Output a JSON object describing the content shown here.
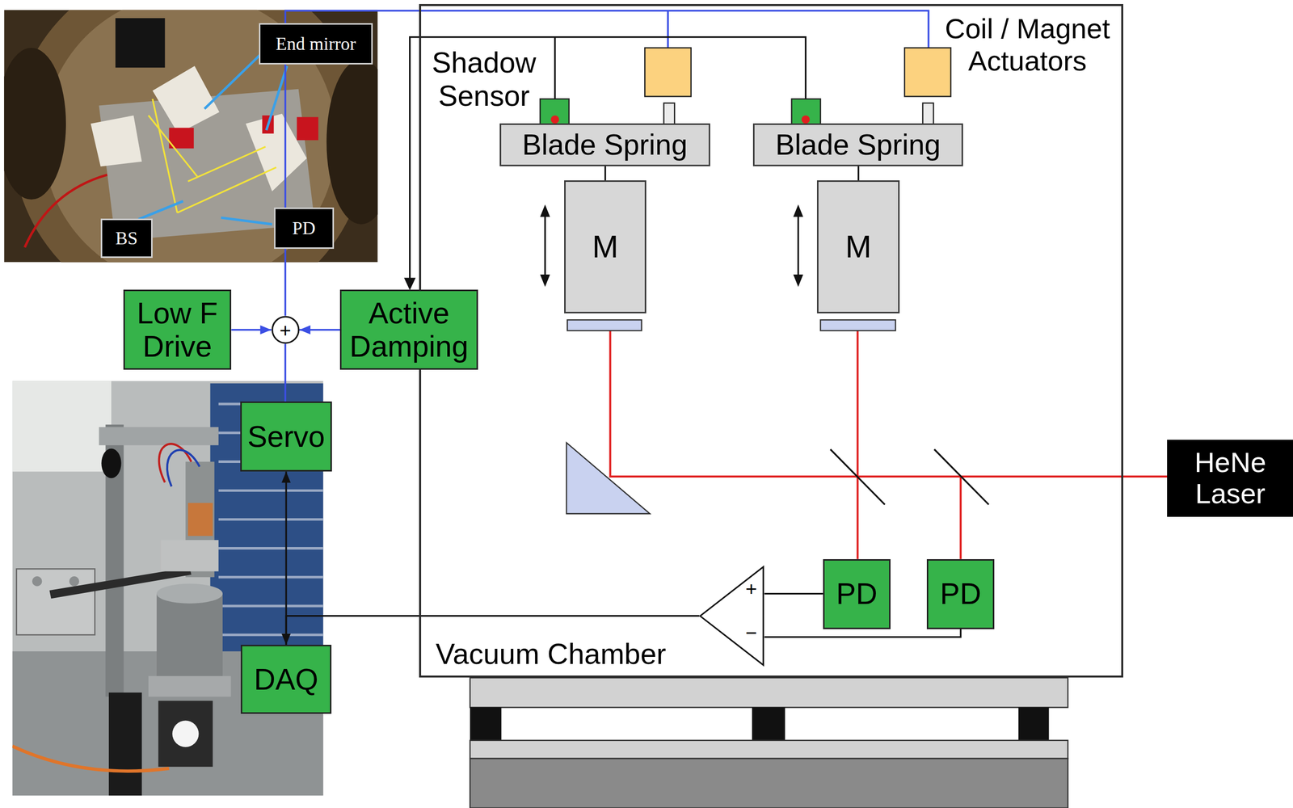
{
  "diagram": {
    "nodes": [
      {
        "text": [
          "End mirror"
        ]
      },
      {
        "text": [
          "BS"
        ]
      },
      {
        "text": [
          "PD"
        ]
      },
      {
        "text": [
          "Vacuum Chamber"
        ]
      },
      {
        "text": [
          "Blade Spring"
        ],
        "in": 3
      },
      {
        "text": [
          "Blade Spring"
        ],
        "in": 3
      },
      {
        "text": [
          "M"
        ],
        "in": 3
      },
      {
        "text": [
          "M"
        ],
        "in": 3
      },
      {
        "text": [
          "PD"
        ],
        "in": 3
      },
      {
        "text": [
          "PD"
        ],
        "in": 3
      },
      {
        "text": [
          "+",
          "−"
        ],
        "in": 3
      },
      {
        "text": [
          "HeNe Laser"
        ]
      },
      {
        "text": [
          "Low F Drive"
        ]
      },
      {
        "text": [
          "+"
        ]
      },
      {
        "text": [
          "Active Damping"
        ]
      },
      {
        "text": [
          "Servo"
        ]
      },
      {
        "text": [
          "DAQ"
        ]
      }
    ],
    "edges": [
      {
        "from": 12,
        "to": 13,
        "arrow": "to"
      },
      {
        "from": 14,
        "to": 13,
        "arrow": "to"
      },
      {
        "from": 15,
        "to": 13,
        "arrow": "none"
      },
      {
        "from": 15,
        "to": 16,
        "arrow": "both"
      },
      {
        "from": 8,
        "to": 10,
        "arrow": "none"
      },
      {
        "from": 9,
        "to": 10,
        "arrow": "none"
      },
      {
        "from": 10,
        "to": 16,
        "arrow": "none"
      },
      {
        "from": 4,
        "to": 6,
        "arrow": "none"
      },
      {
        "from": 5,
        "to": 7,
        "arrow": "none"
      }
    ],
    "labels": [
      "Shadow Sensor",
      "Coil / Magnet Actuators"
    ]
  }
}
